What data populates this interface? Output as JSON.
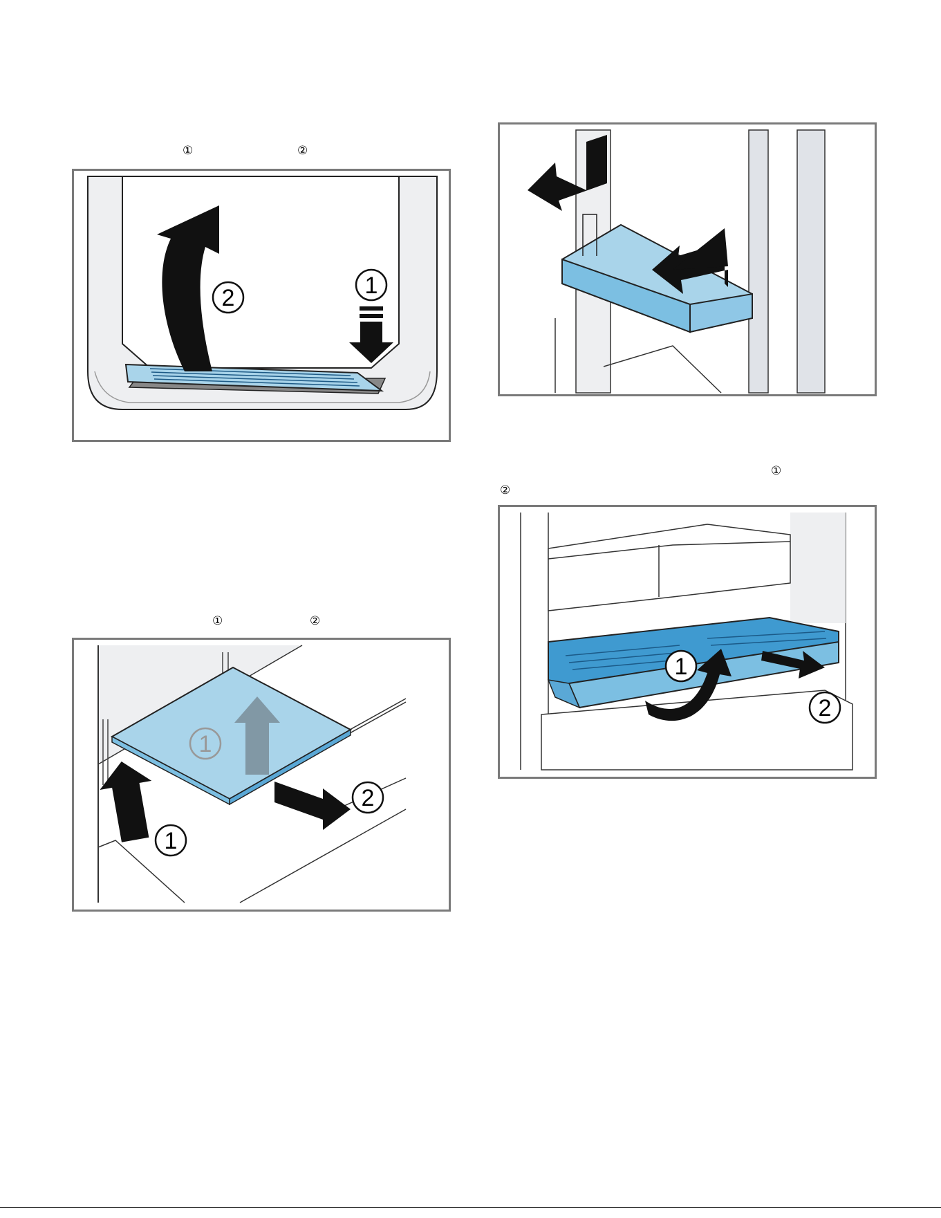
{
  "markers": {
    "fig1_step1": "①",
    "fig1_step2": "②",
    "fig2_step1": "①",
    "fig2_step2": "②",
    "fig4_step1": "①",
    "fig4_step2": "②"
  },
  "figure1": {
    "label1": "1",
    "label2": "2"
  },
  "figure2": {
    "label1a": "1",
    "label1b": "1",
    "label2": "2"
  },
  "figure4": {
    "label1": "1",
    "label2": "2"
  },
  "colors": {
    "part_blue": "#a9d4ea",
    "part_blue_dark": "#5aa8d6",
    "frame_gray": "#7a7a7a",
    "wall_gray": "#eeeff1"
  }
}
